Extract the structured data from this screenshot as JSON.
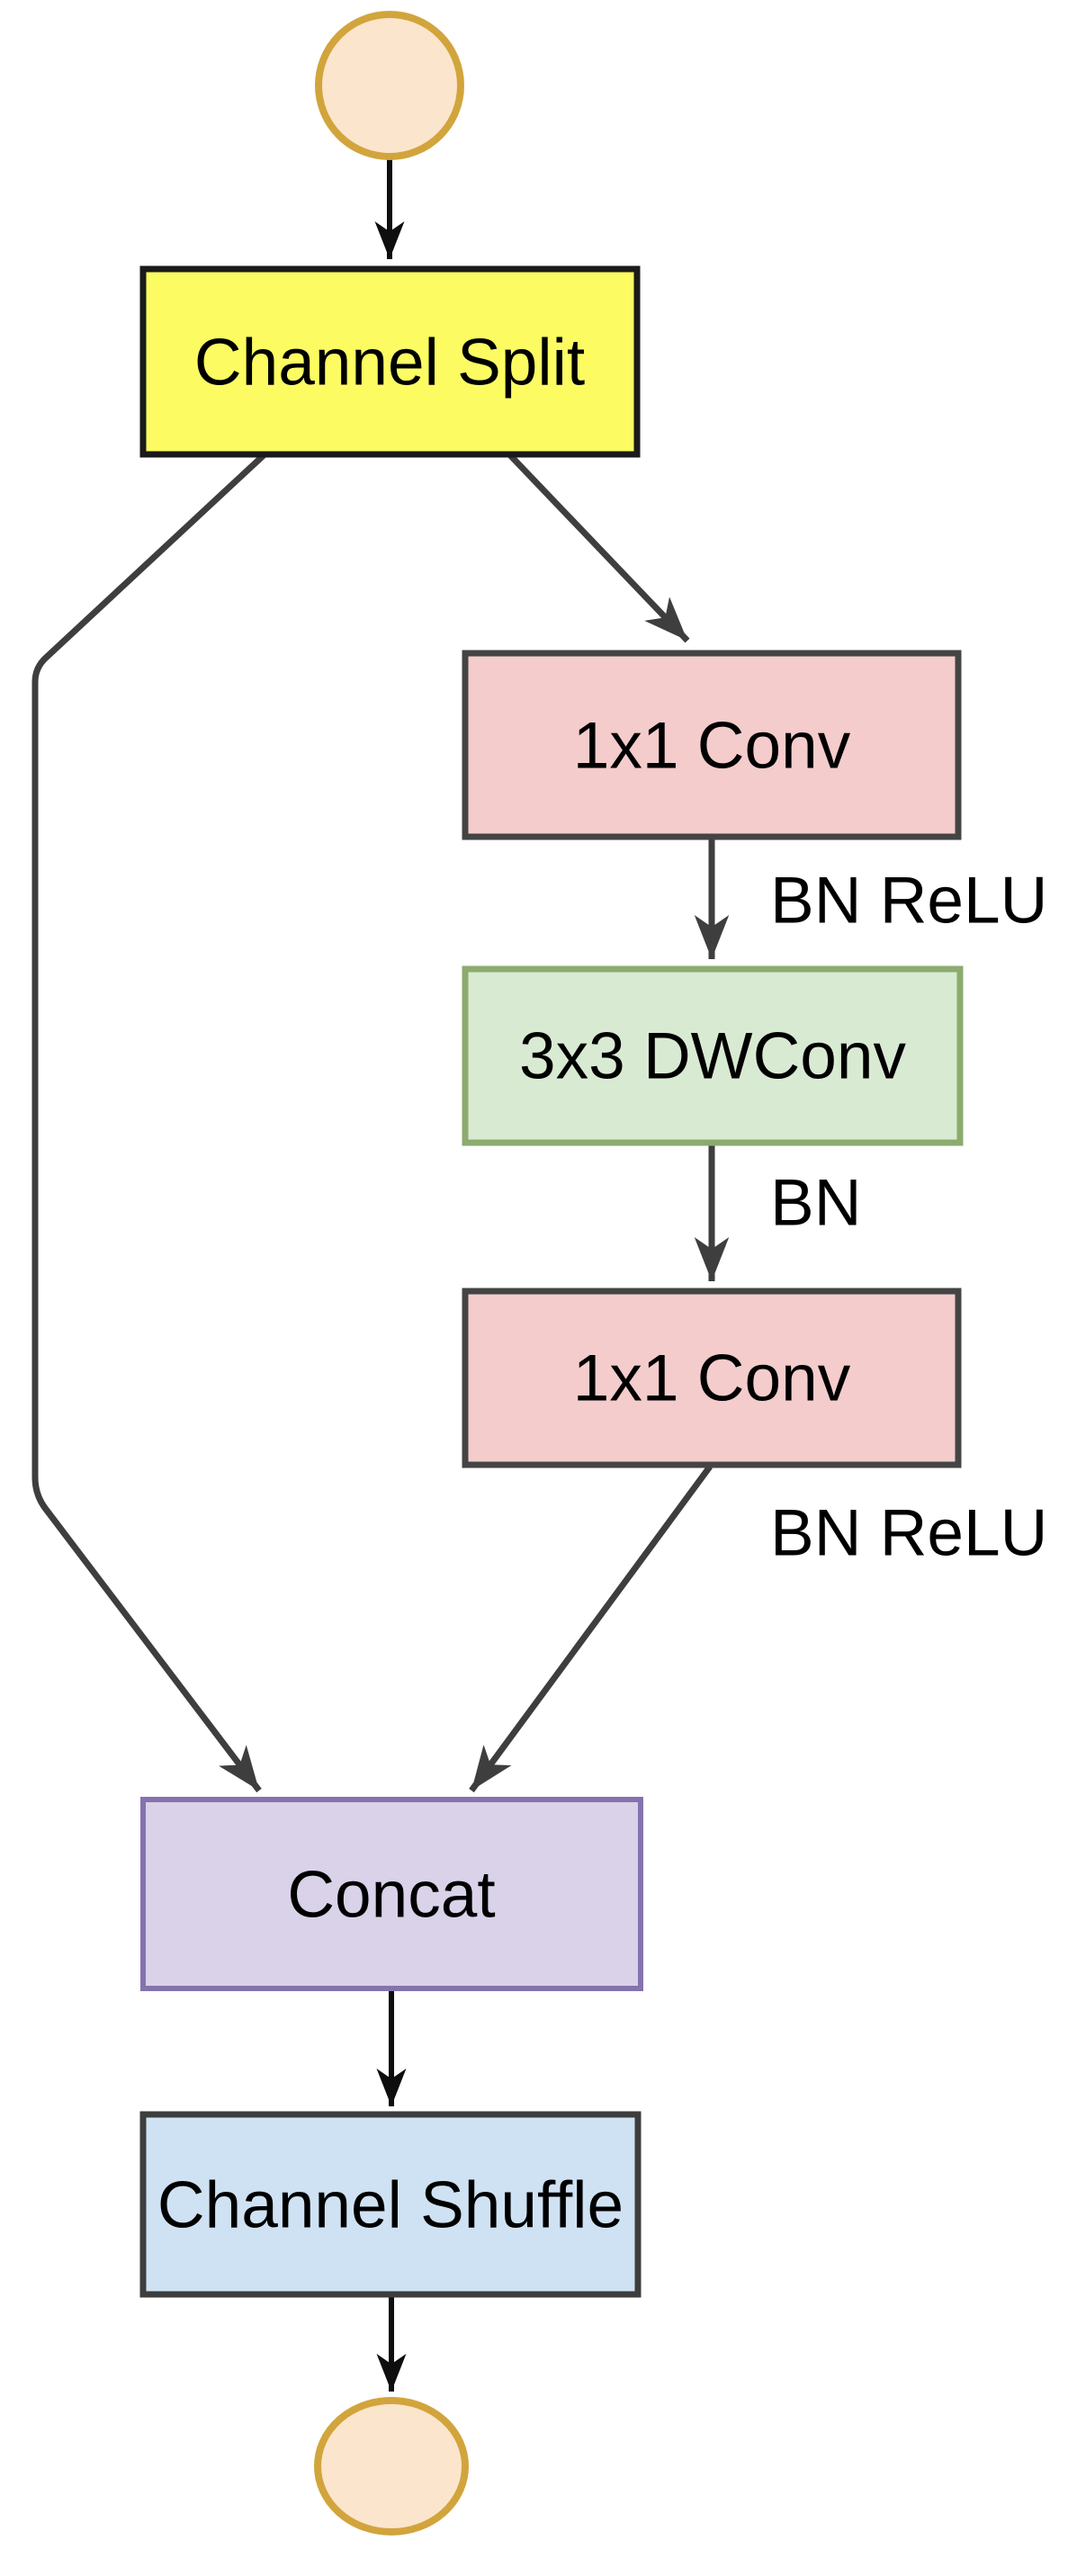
{
  "diagram_type": "flowchart",
  "nodes": {
    "input": {
      "shape": "circle",
      "fill": "#fce5cd",
      "stroke": "#d2a43c"
    },
    "channel_split": {
      "label": "Channel Split",
      "fill": "#fcfc62",
      "stroke": "#1a1a1a"
    },
    "conv1": {
      "label": "1x1 Conv",
      "fill": "#f4cccc",
      "stroke": "#444444"
    },
    "dwconv": {
      "label": "3x3 DWConv",
      "fill": "#d9ead3",
      "stroke": "#8cab6e"
    },
    "conv2": {
      "label": "1x1 Conv",
      "fill": "#f4cccc",
      "stroke": "#444444"
    },
    "concat": {
      "label": "Concat",
      "fill": "#d9d2e9",
      "stroke": "#8573ae"
    },
    "channel_shuffle": {
      "label": "Channel Shuffle",
      "fill": "#cfe2f3",
      "stroke": "#3d3d3d"
    },
    "output": {
      "shape": "circle",
      "fill": "#fce5cd",
      "stroke": "#d2a43c"
    }
  },
  "edge_labels": {
    "after_conv1": "BN ReLU",
    "after_dwconv": "BN",
    "after_conv2": "BN ReLU"
  },
  "colors": {
    "background": "#ffffff",
    "main_arrow": "#0e0e0e",
    "branch_arrow": "#3e3e3e",
    "text": "#000000"
  }
}
